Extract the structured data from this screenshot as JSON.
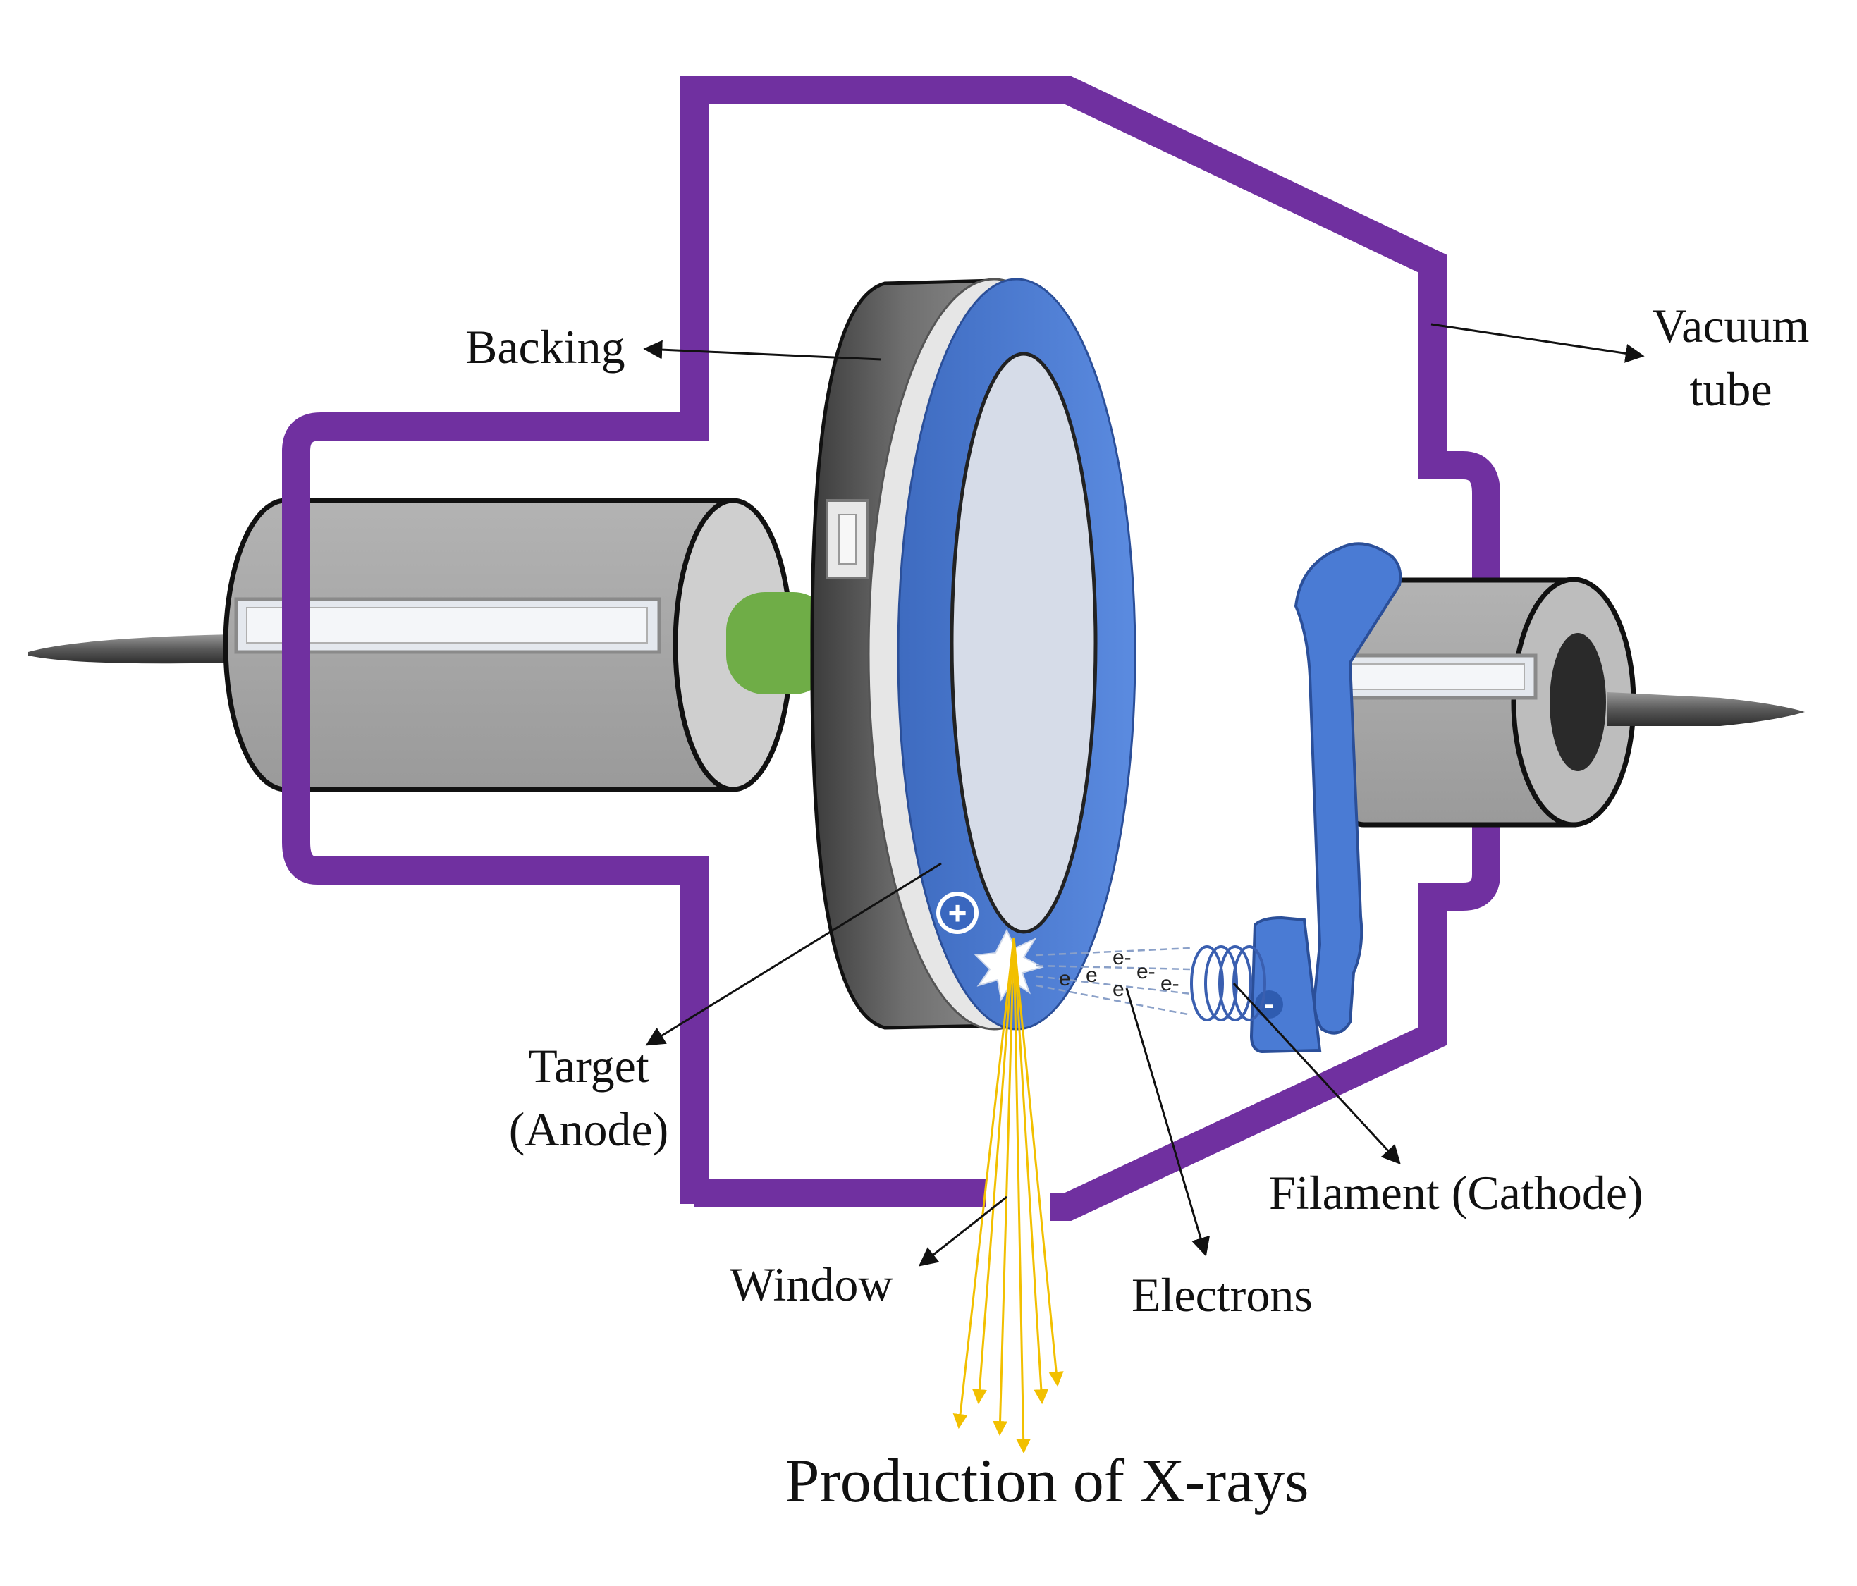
{
  "title": "Production of X-rays",
  "labels": {
    "backing": "Backing",
    "vacuum_line1": "Vacuum",
    "vacuum_line2": "tube",
    "target_line1": "Target",
    "target_line2": "(Anode)",
    "filament": "Filament (Cathode)",
    "window": "Window",
    "electrons": "Electrons"
  },
  "symbols": {
    "anode_sign": "+",
    "cathode_sign": "-",
    "electron": "e",
    "electron_neg": "e-"
  },
  "colors": {
    "tube": "#7030A0",
    "anode_blue": "#4A7BD4",
    "xray": "#F2C000",
    "green_shaft": "#6FAD47",
    "grey_body": "#A6A6A6"
  }
}
